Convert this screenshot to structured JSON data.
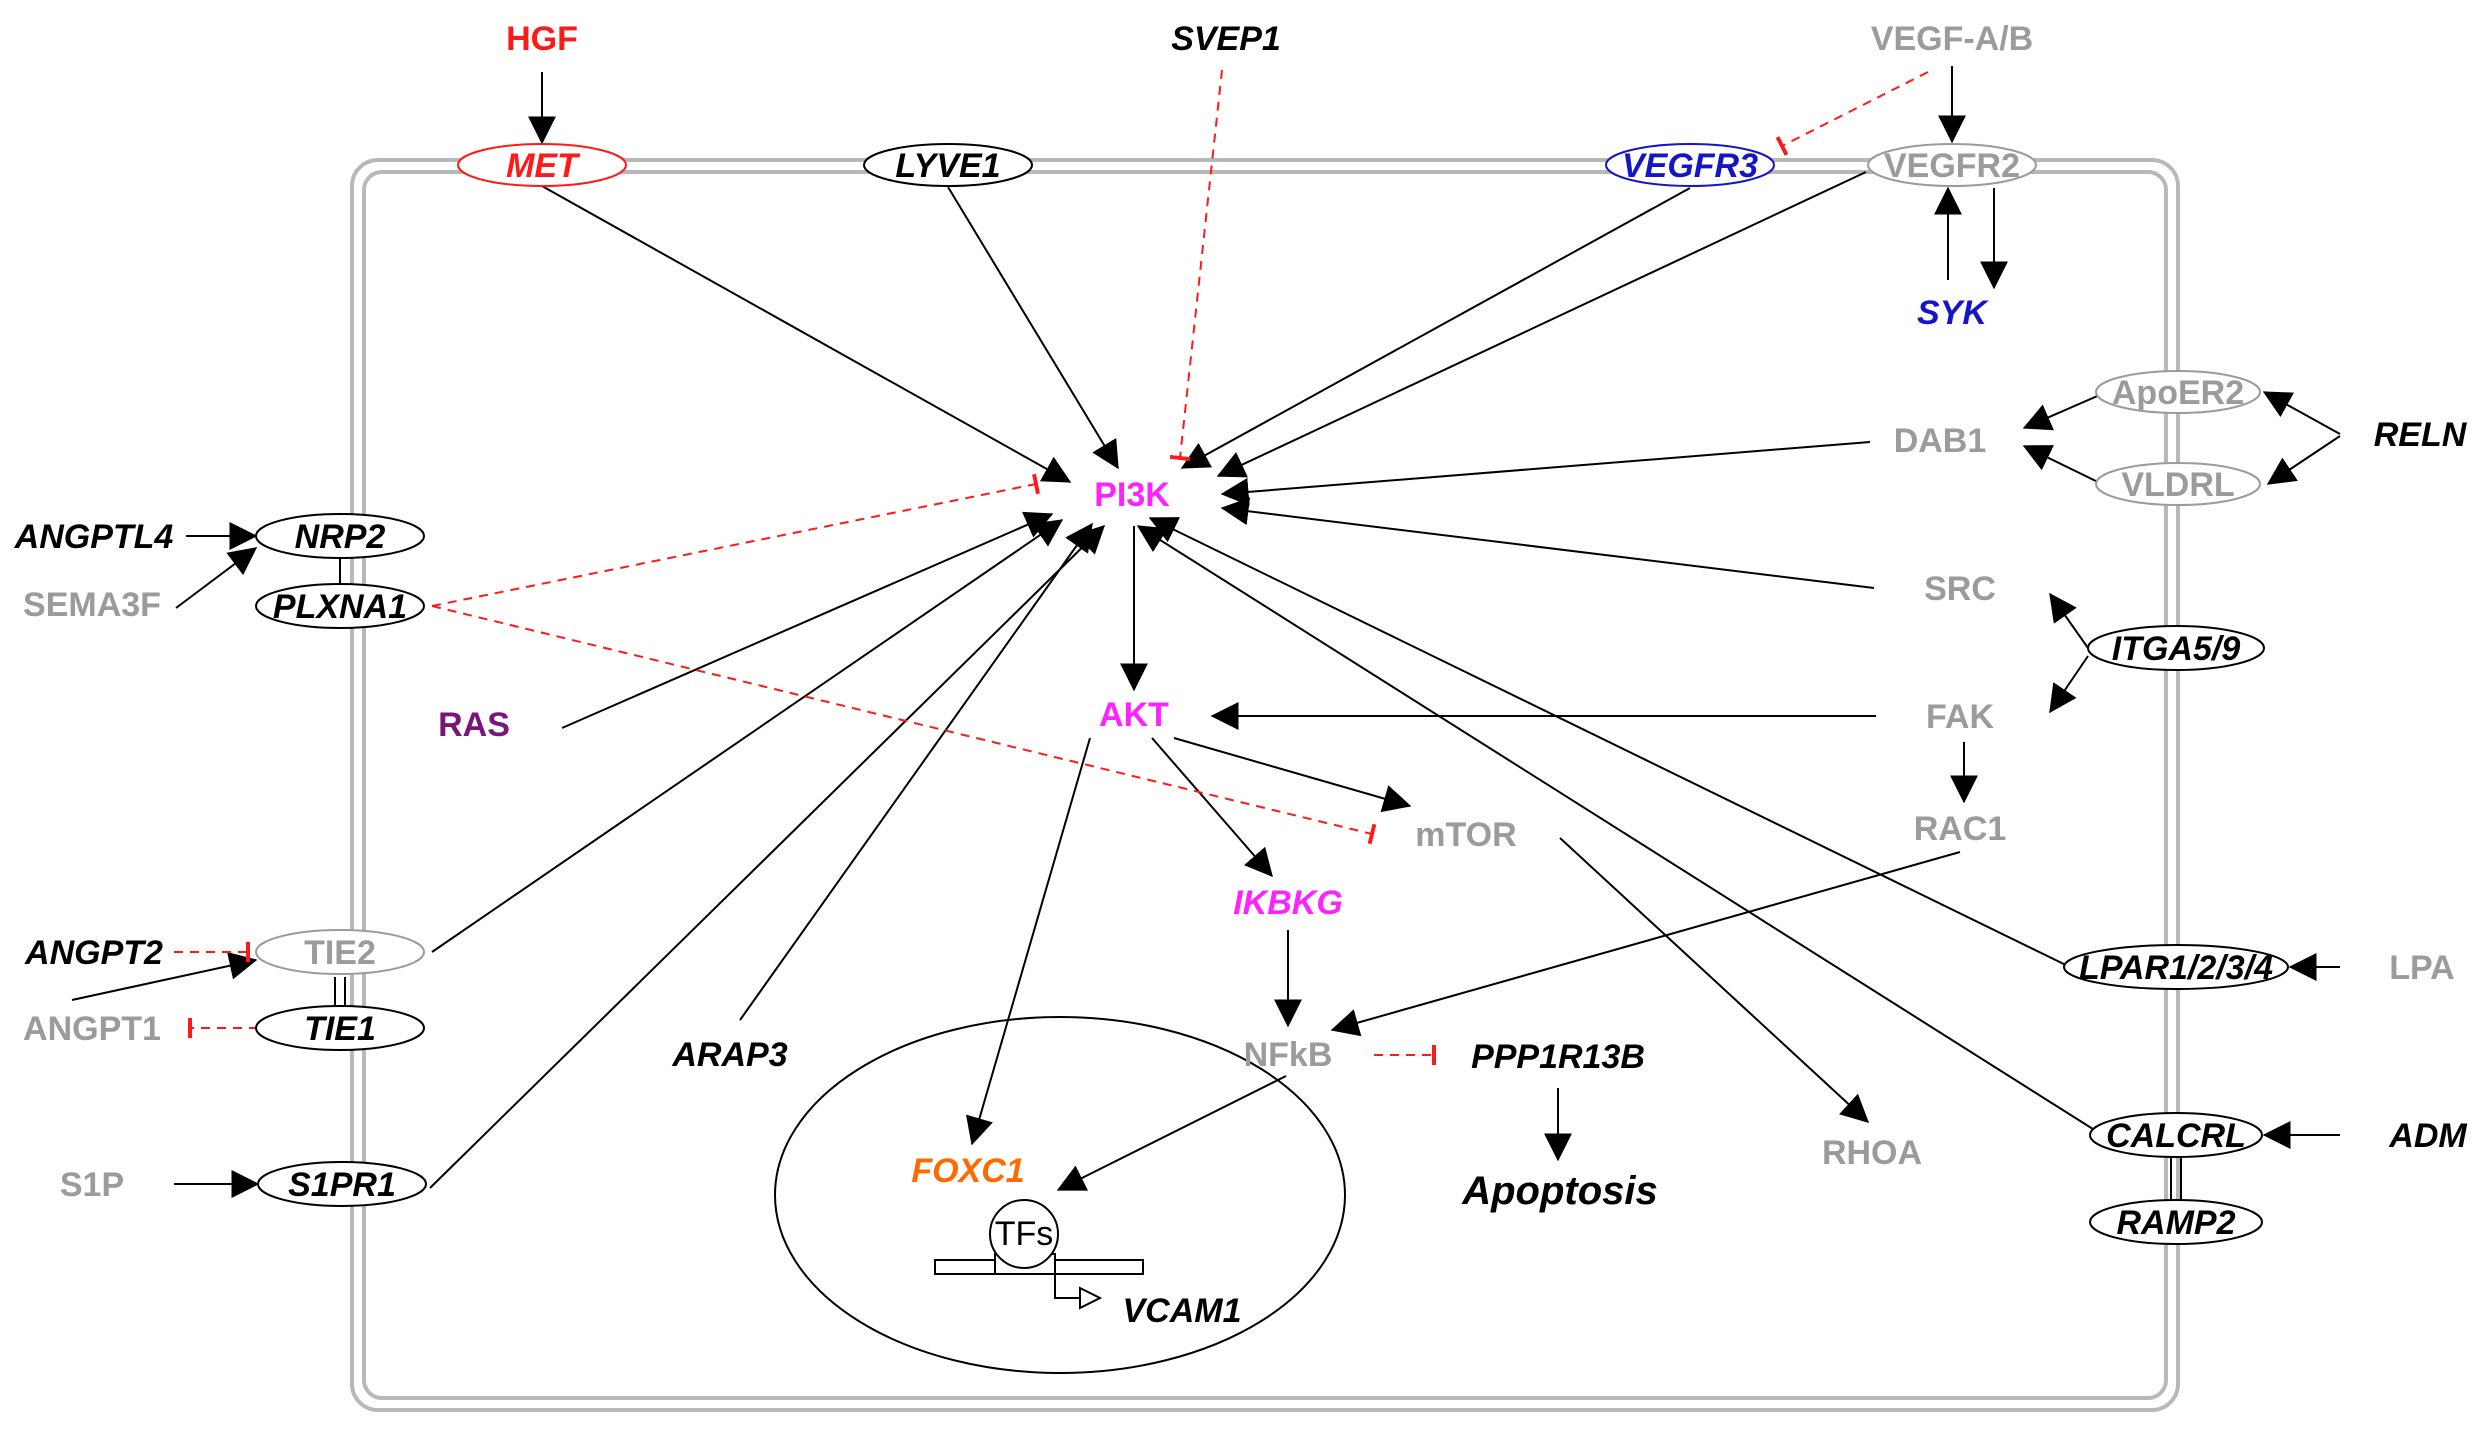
{
  "colors": {
    "black": "#000000",
    "grey": "#9b9b9b",
    "red": "#ff1a1a",
    "blue": "#1515c8",
    "magenta": "#ff22ff",
    "purple": "#7a1478",
    "orange": "#ff6a00"
  },
  "labels": {
    "hgf": "HGF",
    "svep1": "SVEP1",
    "vegfab": "VEGF-A/B",
    "met": "MET",
    "lyve1": "LYVE1",
    "vegfr3": "VEGFR3",
    "vegfr2": "VEGFR2",
    "syk": "SYK",
    "apoer2": "ApoER2",
    "vldrl": "VLDRL",
    "reln": "RELN",
    "dab1": "DAB1",
    "pi3k": "PI3K",
    "angptl4": "ANGPTL4",
    "nrp2": "NRP2",
    "sema3f": "SEMA3F",
    "plxna1": "PLXNA1",
    "src": "SRC",
    "itga59": "ITGA5/9",
    "ras": "RAS",
    "akt": "AKT",
    "fak": "FAK",
    "mtor": "mTOR",
    "rac1": "RAC1",
    "ikbkg": "IKBKG",
    "angpt2": "ANGPT2",
    "tie2": "TIE2",
    "angpt1": "ANGPT1",
    "tie1": "TIE1",
    "arap3": "ARAP3",
    "lpar": "LPAR1/2/3/4",
    "lpa": "LPA",
    "nfkb": "NFkB",
    "ppp1r13b": "PPP1R13B",
    "calcrl": "CALCRL",
    "adm": "ADM",
    "rhoa": "RHOA",
    "foxc1": "FOXC1",
    "tfs": "TFs",
    "s1p": "S1P",
    "s1pr1": "S1PR1",
    "apoptosis": "Apoptosis",
    "ramp2": "RAMP2",
    "vcam1": "VCAM1"
  }
}
